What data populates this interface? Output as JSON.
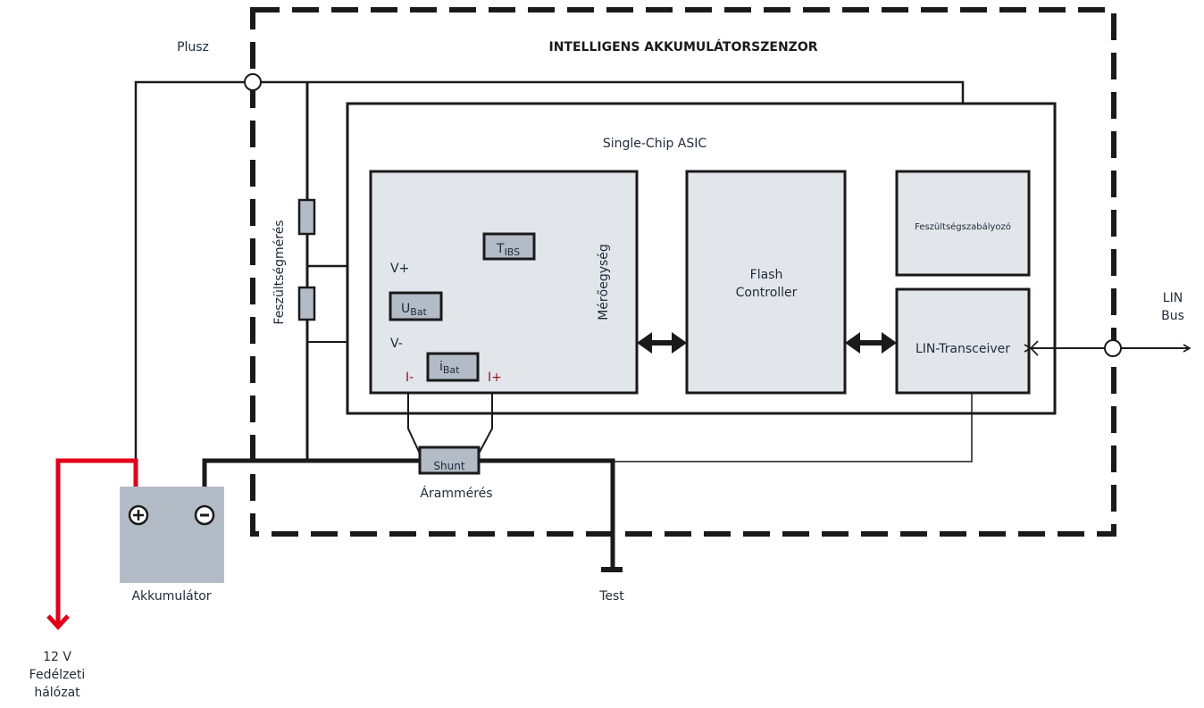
{
  "title": "INTELLIGENS AKKUMULÁTORSZENZOR",
  "labels": {
    "plusz": "Plusz",
    "asic": "Single-Chip ASIC",
    "feszultsegmeres": "Feszültségmérés",
    "meroegyseg": "Mérőegység",
    "v_plus": "V+",
    "v_minus": "V-",
    "i_minus": "I-",
    "i_plus": "I+",
    "t_main": "T",
    "t_sub": "IBS",
    "u_main": "U",
    "u_sub": "Bat",
    "i_main": "i",
    "i_sub": "Bat",
    "flash_1": "Flash",
    "flash_2": "Controller",
    "regulator": "Feszültségszabályozó",
    "lin_transceiver": "LIN-Transceiver",
    "lin_1": "LIN",
    "lin_2": "Bus",
    "shunt": "Shunt",
    "arammeres": "Árammérés",
    "test": "Test",
    "akkumulator": "Akkumulátor",
    "net_1": "12 V",
    "net_2": "Fedélzeti",
    "net_3": "hálózat"
  },
  "colors": {
    "wire": "#1a1a1a",
    "red_wire": "#e2001a",
    "block_fill": "#e2e5ea",
    "component_fill": "#b3bcc6"
  }
}
